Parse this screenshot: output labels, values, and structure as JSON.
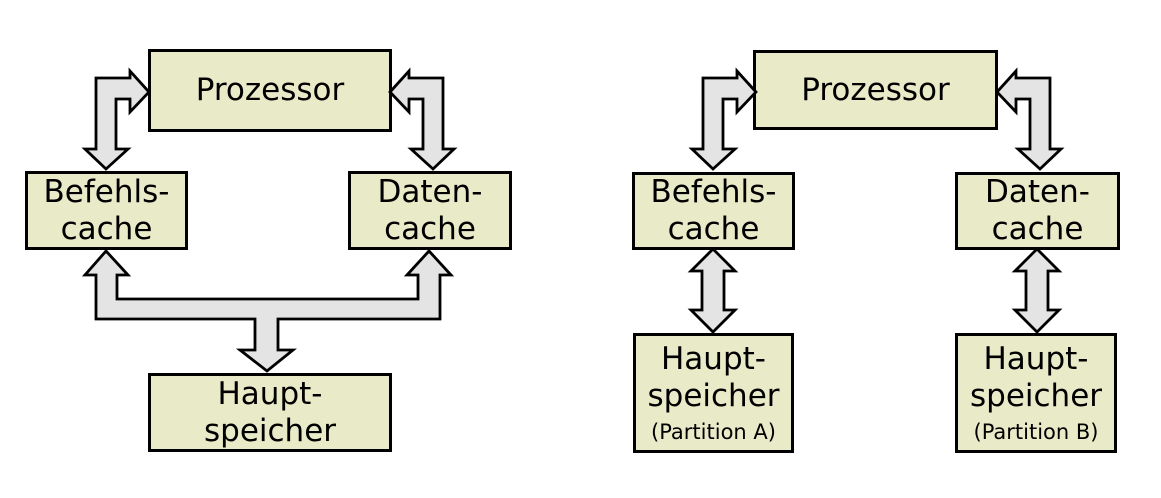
{
  "colors": {
    "background": "#ffffff",
    "box_fill": "#e9eac8",
    "box_border": "#000000",
    "arrow_fill": "#e4e4e4",
    "arrow_outline": "#000000",
    "text": "#000000"
  },
  "left_diagram": {
    "processor": {
      "label": "Prozessor"
    },
    "instruction_cache": {
      "line1": "Befehls-",
      "line2": "cache"
    },
    "data_cache": {
      "line1": "Daten-",
      "line2": "cache"
    },
    "main_memory": {
      "line1": "Haupt-",
      "line2": "speicher"
    }
  },
  "right_diagram": {
    "processor": {
      "label": "Prozessor"
    },
    "instruction_cache": {
      "line1": "Befehls-",
      "line2": "cache"
    },
    "data_cache": {
      "line1": "Daten-",
      "line2": "cache"
    },
    "main_memory_a": {
      "line1": "Haupt-",
      "line2": "speicher",
      "note": "(Partition A)"
    },
    "main_memory_b": {
      "line1": "Haupt-",
      "line2": "speicher",
      "note": "(Partition B)"
    }
  }
}
